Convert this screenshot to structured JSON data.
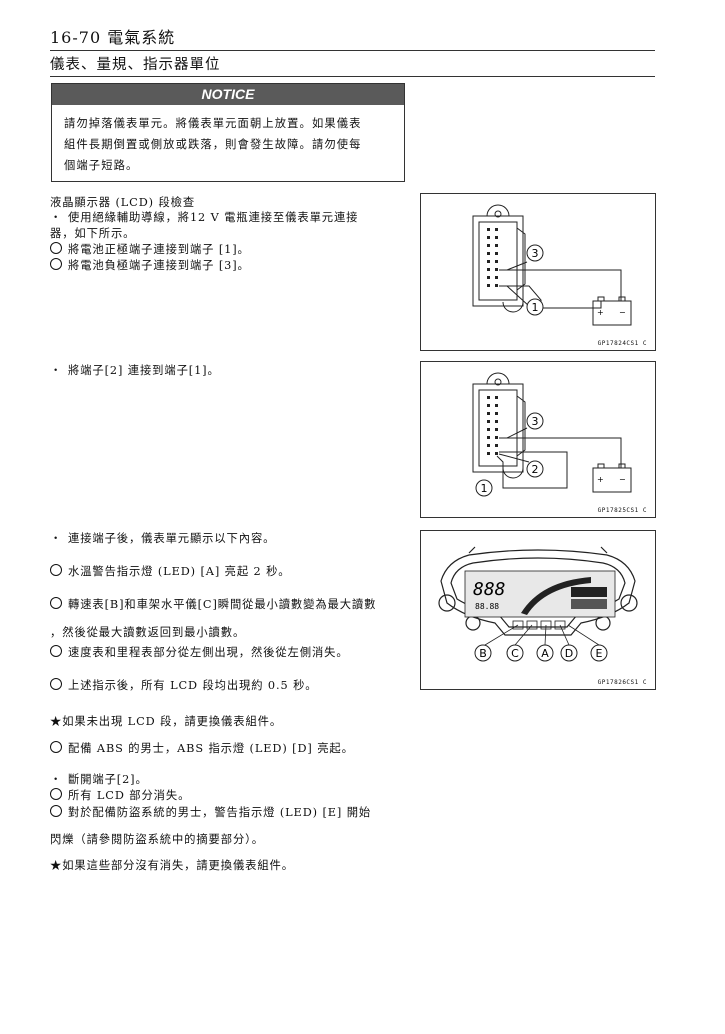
{
  "page": {
    "header": "16-70 電氣系統",
    "section_title": "儀表、量規、指示器單位"
  },
  "notice": {
    "title": "NOTICE",
    "lines": [
      "請勿掉落儀表單元。將儀表單元面朝上放置。如果儀表",
      "組件長期倒置或側放或跌落，則會發生故障。請勿使每",
      "個端子短路。"
    ]
  },
  "body": {
    "l1": "液晶顯示器 (LCD) 段檢查",
    "l2": "使用絕緣輔助導線，將12 V 電瓶連接至儀表單元連接",
    "l3": "器，如下所示。",
    "l4": "將電池正極端子連接到端子 [1]。",
    "l5": "將電池負極端子連接到端子 [3]。",
    "l6": "將端子[2] 連接到端子[1]。",
    "l7": "連接端子後，儀表單元顯示以下內容。",
    "l8": "水溫警告指示燈 (LED) [A] 亮起 2 秒。",
    "l9": "轉速表[B]和車架水平儀[C]瞬間從最小讀數變為最大讀數",
    "l10": "，然後從最大讀數返回到最小讀數。",
    "l11": "速度表和里程表部分從左側出現，然後從左側消失。",
    "l12": "上述指示後，所有 LCD 段均出現約 0.5 秒。",
    "l13": "★如果未出現 LCD 段，請更換儀表組件。",
    "l14": "配備 ABS 的男士，ABS 指示燈 (LED) [D] 亮起。",
    "l15": "斷開端子[2]。",
    "l16": "所有 LCD 部分消失。",
    "l17": "對於配備防盜系統的男士，警告指示燈 (LED) [E] 開始",
    "l18": "閃爍（請參閱防盜系統中的摘要部分）。",
    "l19": "★如果這些部分沒有消失，請更換儀表組件。"
  },
  "figures": {
    "fig1": {
      "code": "GP17824CS1 C",
      "labels": [
        "3",
        "1"
      ],
      "battery": [
        "+",
        "−"
      ]
    },
    "fig2": {
      "code": "GP17825CS1 C",
      "labels": [
        "3",
        "2",
        "1"
      ],
      "battery": [
        "+",
        "−"
      ]
    },
    "fig3": {
      "code": "GP17826CS1 C",
      "labels": [
        "B",
        "C",
        "A",
        "D",
        "E"
      ],
      "digits": "888",
      "small_digits": "88.88"
    }
  },
  "icons": {
    "bullet": "bullet-dot",
    "check": "circle-icon",
    "star": "star-icon"
  }
}
